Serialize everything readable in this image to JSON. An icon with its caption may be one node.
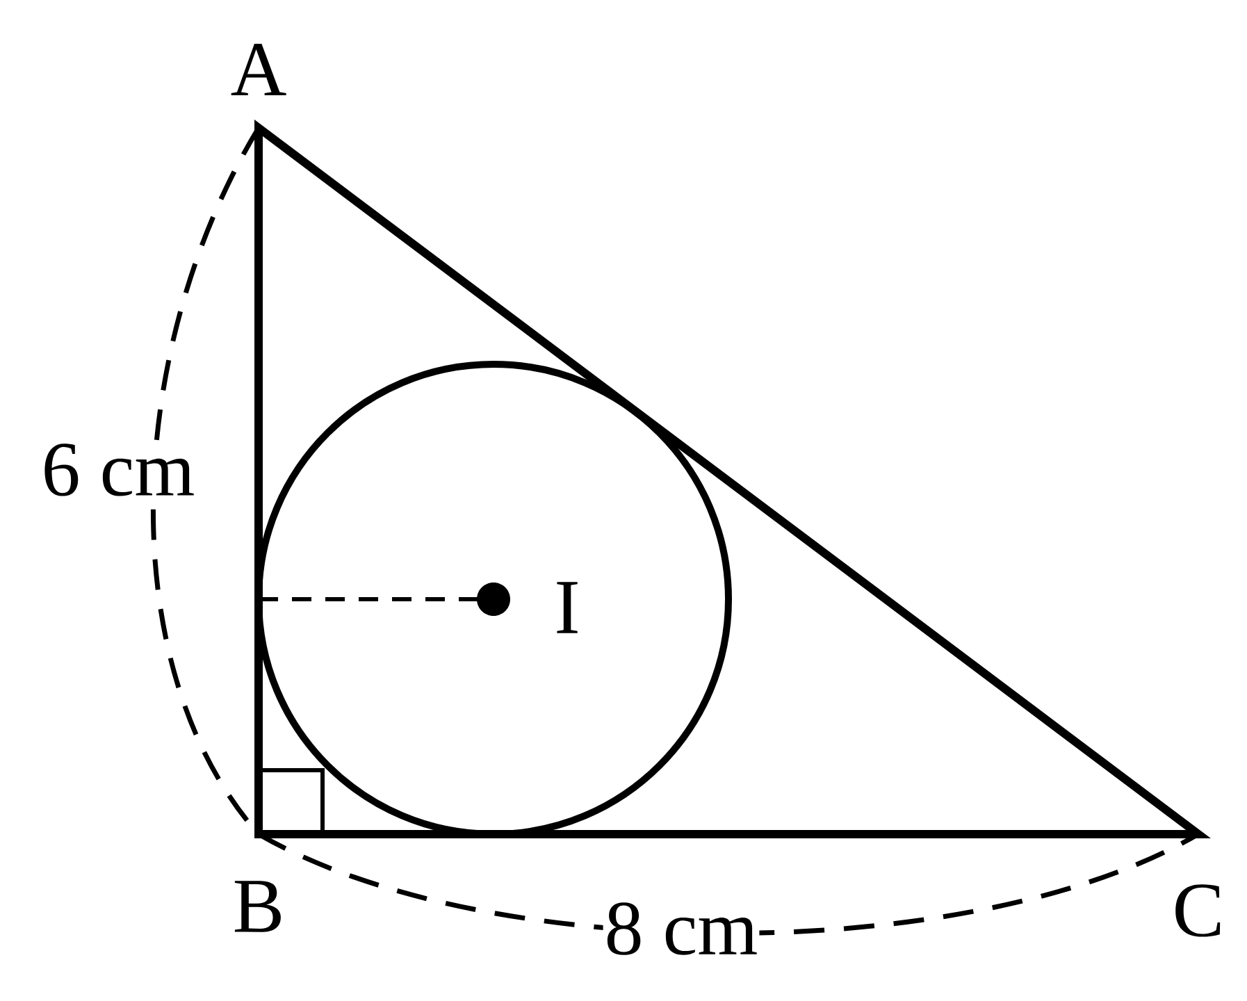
{
  "diagram": {
    "labels": [
      "A",
      "6 cm",
      "I",
      "B",
      "8 cm",
      "C"
    ]
  }
}
